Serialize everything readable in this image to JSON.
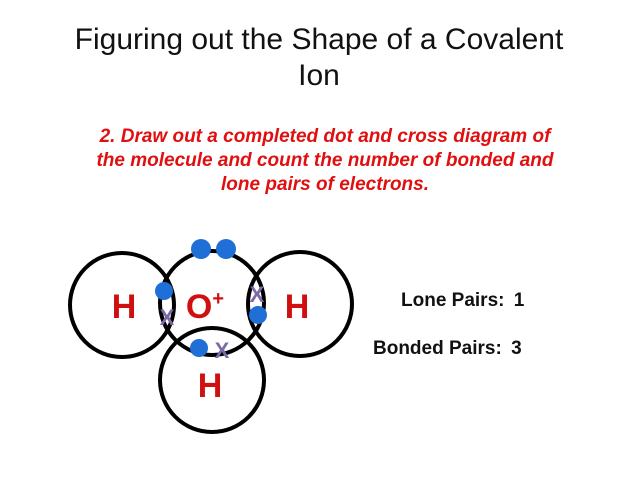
{
  "slide": {
    "title_line1": "Figuring out the Shape of a Covalent",
    "title_line2": "Ion",
    "instruction_line1": "2. Draw out a completed dot and cross diagram of",
    "instruction_line2": "the molecule and count the number of bonded and",
    "instruction_line3": "lone pairs of electrons."
  },
  "diagram": {
    "atom_left": "H",
    "atom_center": "O",
    "atom_center_charge": "+",
    "atom_right": "H",
    "atom_bottom": "H",
    "cross_symbol": "X",
    "colors": {
      "outline": "#000000",
      "dot_electron": "#1f6fd6",
      "cross_electron": "#7c6aa8",
      "atom_label": "#d01010"
    }
  },
  "counts": {
    "lone_pairs_label": "Lone Pairs:",
    "lone_pairs_value": "1",
    "bonded_pairs_label": "Bonded Pairs:",
    "bonded_pairs_value": "3"
  }
}
